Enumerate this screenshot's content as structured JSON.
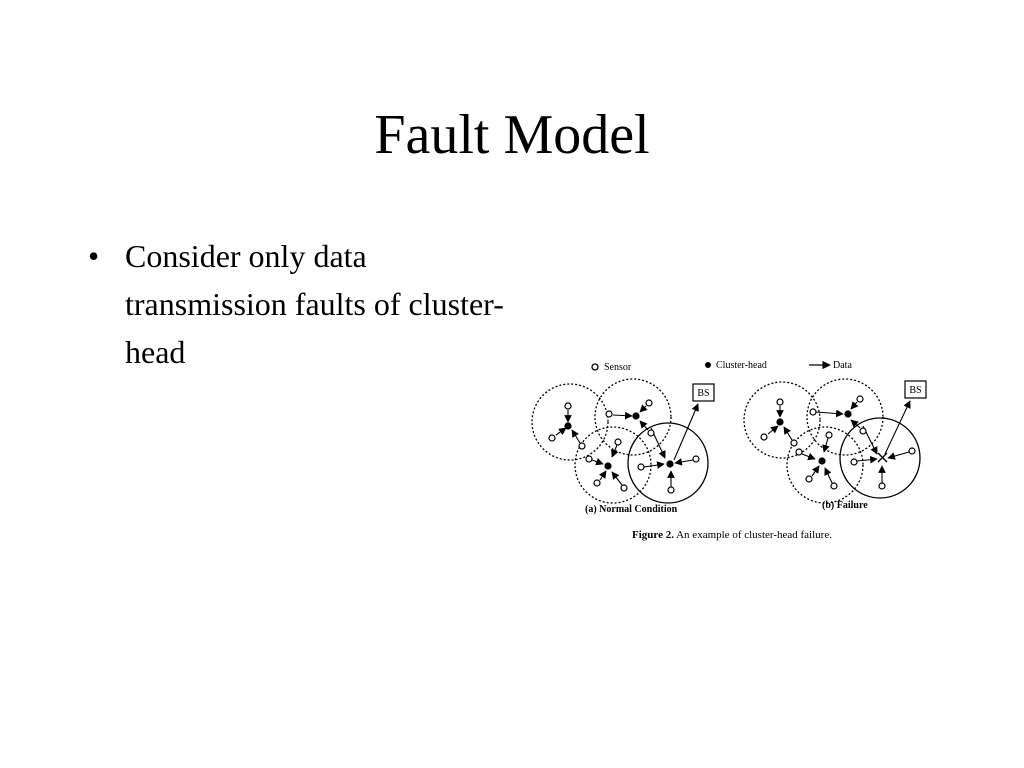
{
  "slide": {
    "title": "Fault Model"
  },
  "bullets": [
    {
      "mark": "•",
      "text": "Consider only data transmission faults of cluster-head"
    }
  ],
  "figure": {
    "legend": {
      "sensor": "Sensor",
      "cluster_head": "Cluster-head",
      "data": "Data"
    },
    "base_station": "BS",
    "panel_a": "(a) Normal Condition",
    "panel_b": "(b) Failure",
    "caption_bold": "Figure 2.",
    "caption_rest": " An example of cluster-head failure."
  }
}
